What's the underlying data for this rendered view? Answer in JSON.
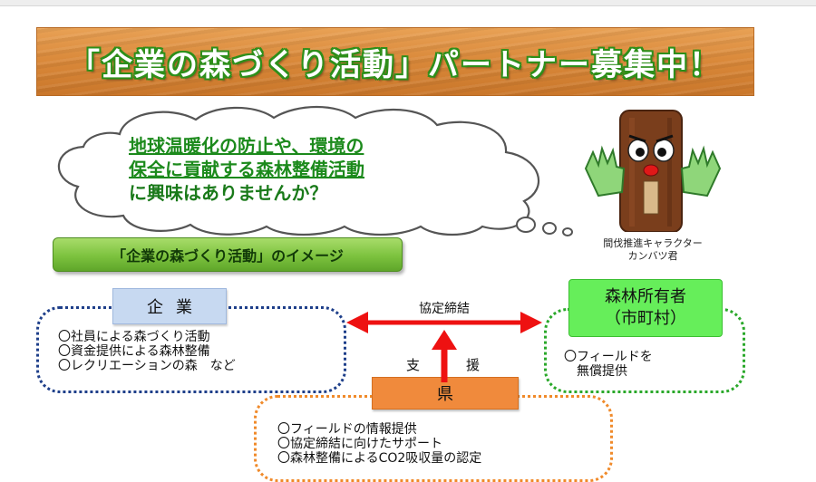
{
  "banner": {
    "title": "「企業の森づくり活動」パートナー募集中！"
  },
  "cloud": {
    "lines": [
      "地球温暖化の防止や、環境の",
      "保全に貢献する森林整備活動",
      "に興味はありませんか？"
    ]
  },
  "mascot": {
    "caption_lines": [
      "間伐推進キャラクター",
      "カンバツ君"
    ]
  },
  "image_bar": {
    "label": "「企業の森づくり活動」のイメージ"
  },
  "company": {
    "label": "企業",
    "items": [
      "〇社員による森づくり活動",
      "〇資金提供による森林整備",
      "〇レクリエーションの森　など"
    ]
  },
  "forest_owner": {
    "label_lines": [
      "森林所有者",
      "（市町村）"
    ],
    "items": [
      "〇フィールドを",
      "　無償提供"
    ]
  },
  "prefecture": {
    "label": "県",
    "items": [
      "〇フィールドの情報提供",
      "〇協定締結に向けたサポート",
      "〇森林整備によるCO2吸収量の認定"
    ]
  },
  "relations": {
    "agreement": "協定締結",
    "support_left": "支",
    "support_right": "援"
  },
  "colors": {
    "banner": "#d98839",
    "banner_text_outline": "#2e8f1a",
    "cloud_text": "#1c8a1c",
    "image_bar": "#7cc23e",
    "company_border": "#1e3f8a",
    "company_label": "#c7d9f1",
    "owner_border": "#2aa82a",
    "owner_label": "#66ee5a",
    "pref_border": "#f08a2a",
    "pref_label": "#f08a3c",
    "arrow": "#ee1111"
  }
}
